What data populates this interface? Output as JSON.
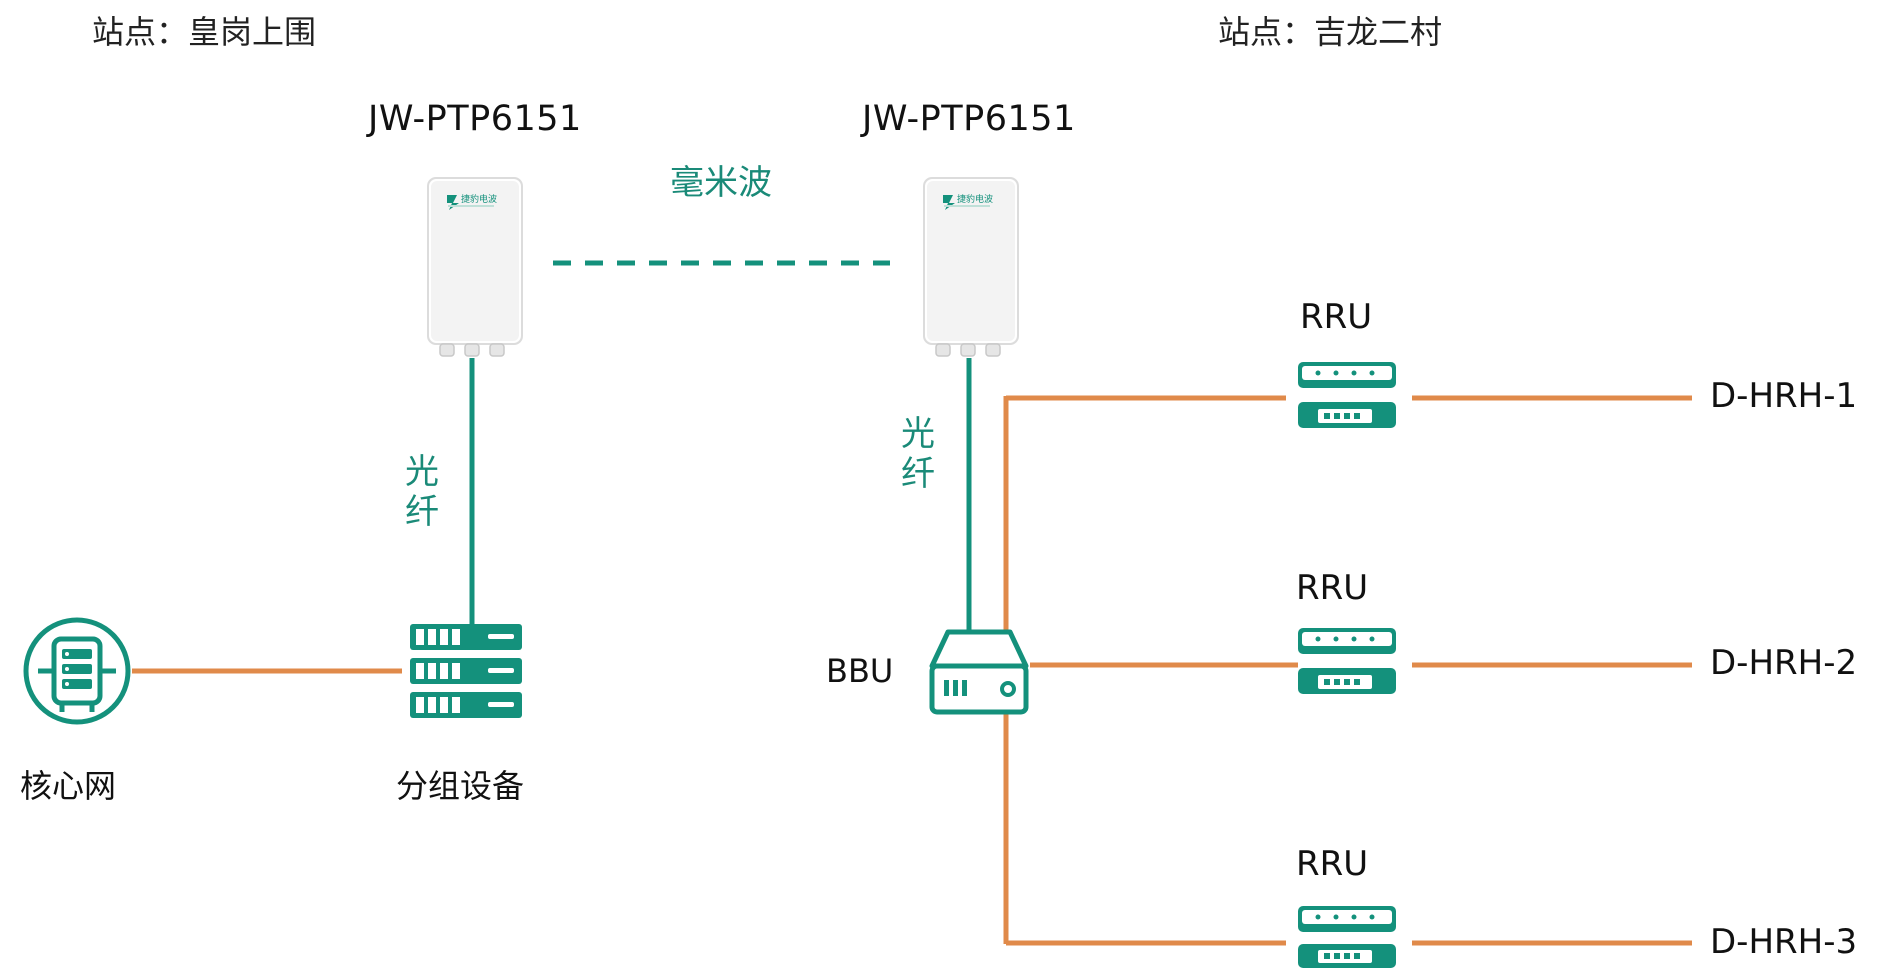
{
  "sites": {
    "left": "站点：皇岗上围",
    "right": "站点：吉龙二村"
  },
  "devices": {
    "ptp_left_model": "JW-PTP6151",
    "ptp_right_model": "JW-PTP6151",
    "ptp_brand_logo": "捷豹电波",
    "core_network": "核心网",
    "packet_device": "分组设备",
    "bbu": "BBU"
  },
  "links": {
    "wireless": "毫米波",
    "fiber_left": "光纤",
    "fiber_right": "光纤"
  },
  "rru_units": [
    {
      "label": "RRU",
      "target": "D-HRH-1"
    },
    {
      "label": "RRU",
      "target": "D-HRH-2"
    },
    {
      "label": "RRU",
      "target": "D-HRH-3"
    }
  ],
  "colors": {
    "accent_green": "#14917c",
    "fiber_green": "#1a8a78",
    "link_orange": "#e08a4a",
    "device_body": "#f2f2f2"
  },
  "icons": {
    "core_network": "server-circle-icon",
    "packet_device": "server-rack-icon",
    "bbu": "bbu-box-icon",
    "rru": "rru-unit-icon",
    "ptp": "ptp-radio-icon"
  }
}
